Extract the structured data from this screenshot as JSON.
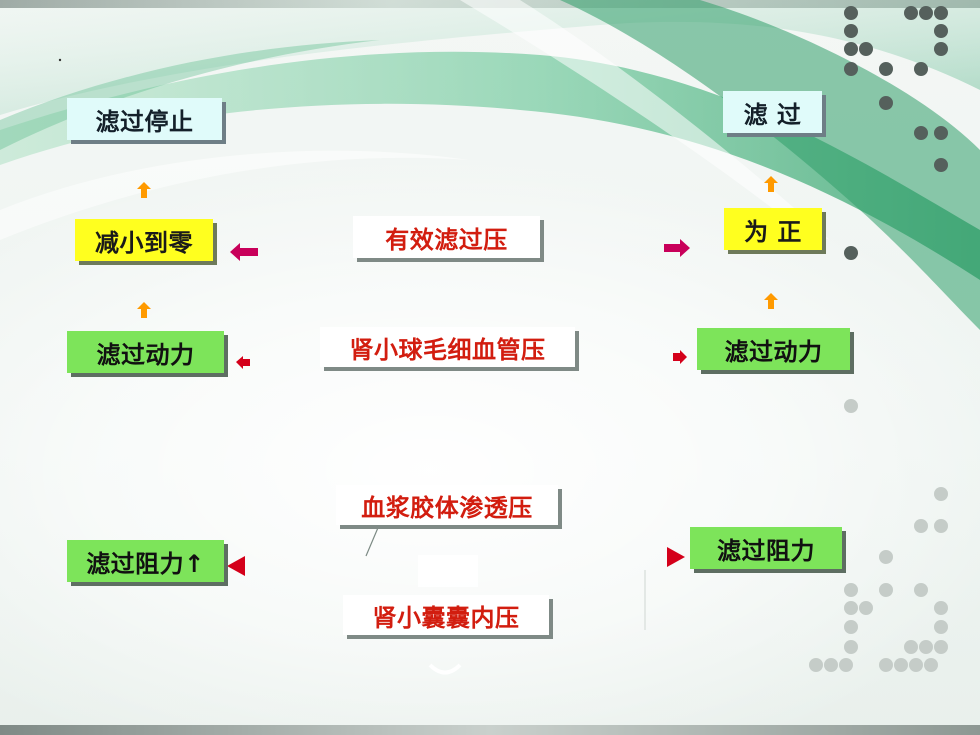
{
  "slide": {
    "left": {
      "top": "滤过停止",
      "middle": "减小到零",
      "force": "滤过动力",
      "resistance": "滤过阻力↑"
    },
    "center": {
      "main": "有效滤过压",
      "capillary": "肾小球毛细血管压",
      "oncotic": "血浆胶体渗透压",
      "capsule": "肾小囊囊内压"
    },
    "right": {
      "top": "滤 过",
      "middle": "为 正",
      "force": "滤过动力",
      "resistance": "滤过阻力"
    }
  },
  "colors": {
    "cyan_box": "#e0fbfa",
    "yellow_box": "#ffff1f",
    "green_box": "#7de45a",
    "red_text": "#d21d0f",
    "orange_arrow": "#ff9a00",
    "magenta_arrow": "#c8005a",
    "red_arrow": "#d4001a",
    "dot_gray": "#4f5b56"
  }
}
